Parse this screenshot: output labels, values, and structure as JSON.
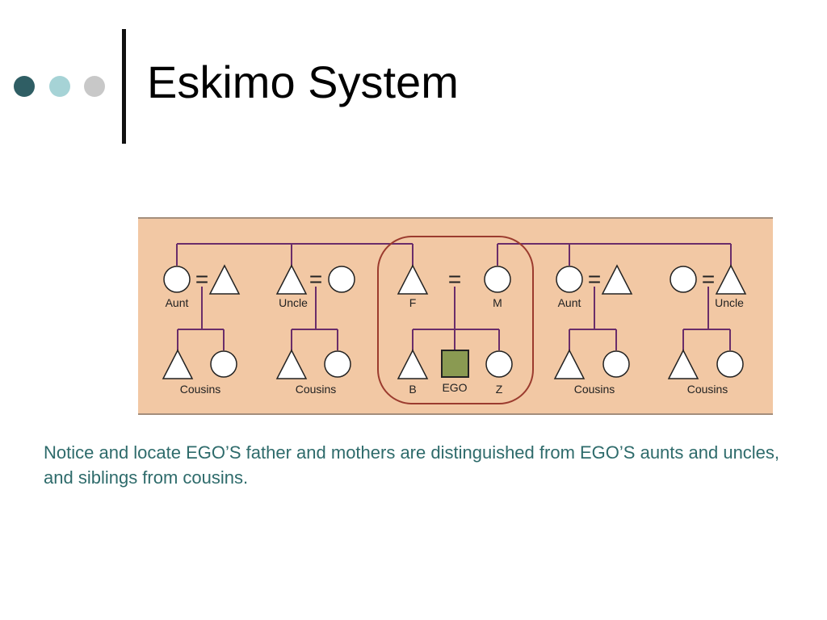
{
  "slide": {
    "title": "Eskimo System",
    "caption": "Notice and locate EGO’S father and mothers are distinguished from EGO’S aunts and uncles, and siblings from cousins."
  },
  "colors": {
    "dot_dark": "#2f5e64",
    "dot_light": "#a6d3d6",
    "dot_gray": "#c8c8c8",
    "diagram_bg": "#f2c8a4",
    "line": "#6a2d6a",
    "highlight": "#9b3b2e",
    "ego_fill": "#8a9a52",
    "caption": "#2e6b6b"
  },
  "diagram": {
    "marriage_sign": "=",
    "parents": [
      "Aunt",
      "Uncle",
      "F",
      "M",
      "Aunt",
      "Uncle"
    ],
    "children": [
      "Cousins",
      "Cousins",
      "B",
      "EGO",
      "Z",
      "Cousins",
      "Cousins"
    ]
  }
}
